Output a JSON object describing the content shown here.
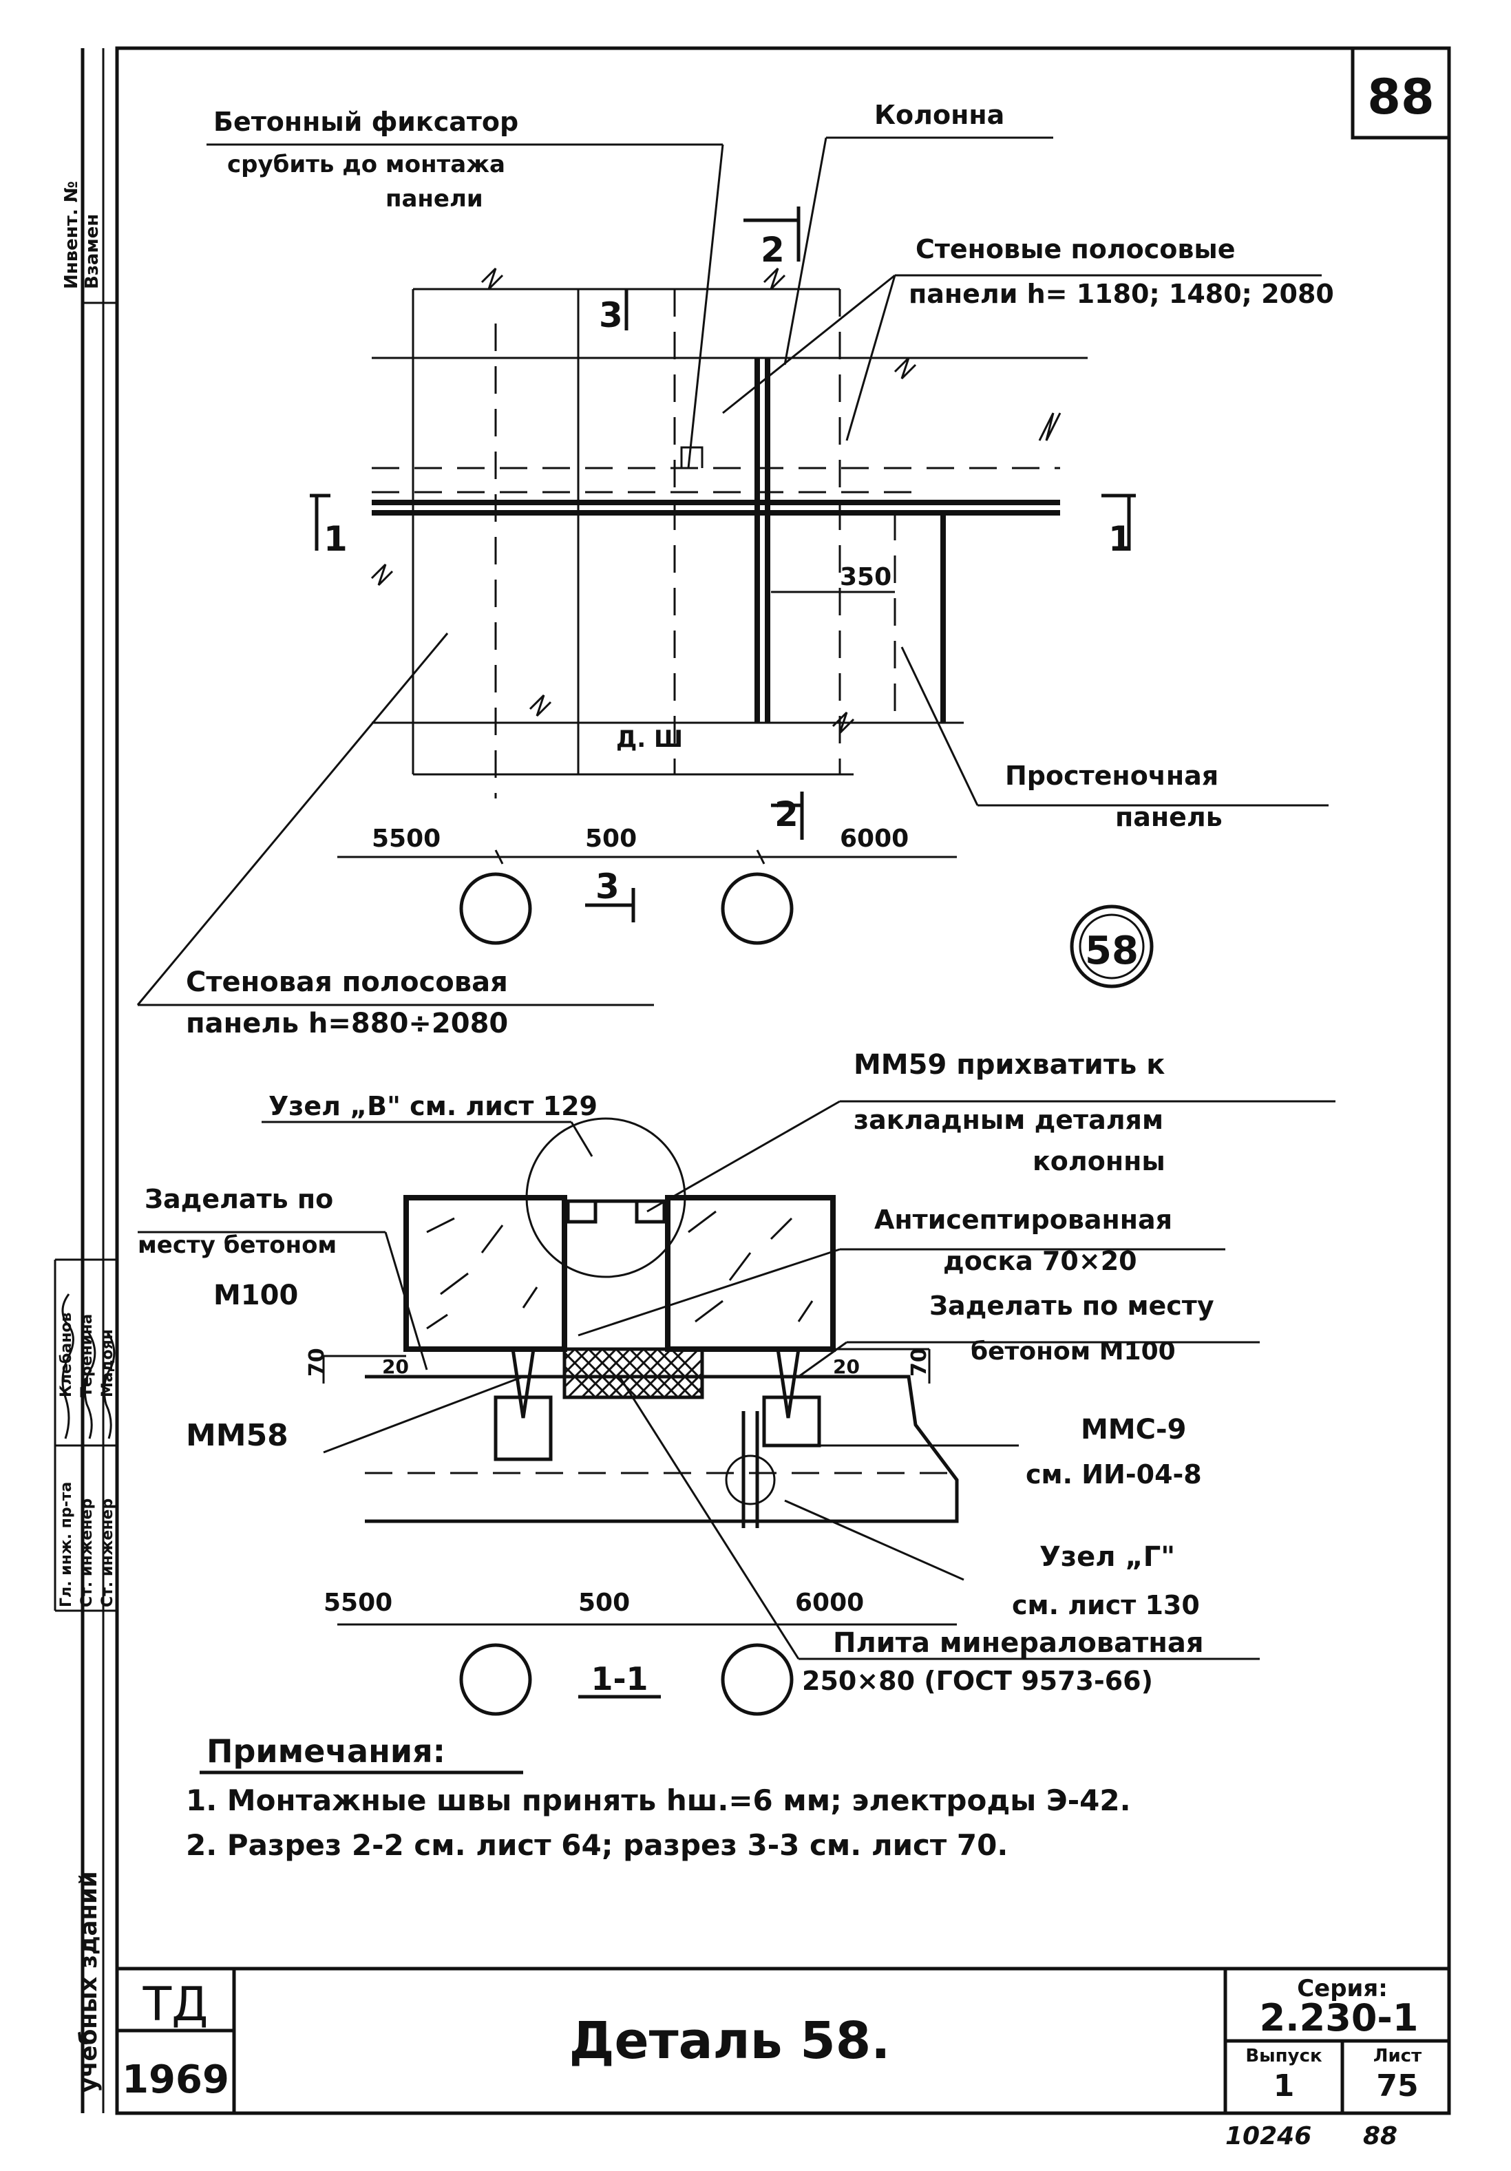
{
  "sheet_number": "88",
  "top_labels": {
    "fixator_line1": "Бетонный фиксатор",
    "fixator_line2": "срубить до монтажа",
    "fixator_line3": "панели",
    "column": "Колонна",
    "strip_panels_line1": "Стеновые полосовые",
    "strip_panels_line2": "панели h= 1180; 1480; 2080",
    "pier_panel_line1": "Простеночная",
    "pier_panel_line2": "панель",
    "strip_panel_line1": "Стеновая полосовая",
    "strip_panel_line2": "панель h=880÷2080",
    "dim_350": "350",
    "dim_5500": "5500",
    "dim_500": "500",
    "dim_6000": "6000",
    "cut_1": "1",
    "cut_2": "2",
    "cut_3": "3",
    "node_d": "Д. Ш",
    "detail_circle": "58"
  },
  "section_labels": {
    "node_v": "Узел „В\" см. лист 129",
    "mm59_line1": "ММ59 прихватить к",
    "mm59_line2": "закладным деталям",
    "mm59_line3": "колонны",
    "seal_left_line1": "Заделать по",
    "seal_left_line2": "месту бетоном",
    "seal_left_line3": "М100",
    "antiseptic_line1": "Антисептированная",
    "antiseptic_line2": "доска 70×20",
    "seal_right_line1": "Заделать по месту",
    "seal_right_line2": "бетоном М100",
    "mm58": "ММ58",
    "mmc_line1": "ММС-9",
    "mmc_line2": "см. ИИ-04-8",
    "node_g_line1": "Узел „Г\"",
    "node_g_line2": "см. лист 130",
    "mineral_line1": "Плита минераловатная",
    "mineral_line2": "250×80 (ГОСТ 9573-66)",
    "dim_70_left": "70",
    "dim_20_left": "20",
    "dim_20_right": "20",
    "dim_70_right": "70",
    "dim_5500": "5500",
    "dim_500": "500",
    "dim_6000": "6000",
    "section_title": "1-1"
  },
  "notes": {
    "heading": "Примечания:",
    "note1": "1. Монтажные швы принять hш.=6 мм; электроды Э-42.",
    "note2": "2. Разрез 2-2 см. лист 64; разрез 3-3 см. лист 70."
  },
  "left_margin": {
    "inv_no": "Инвент. №",
    "replaced": "Взамен",
    "role1": "Гл. инж. пр-та",
    "role2": "Ст. инженер",
    "role3": "Ст. инженер",
    "name1": "Клебанов",
    "name2": "Теренина",
    "name3": "Мадоян",
    "building_type": "учебных зданий"
  },
  "title_block": {
    "logo": "ТД",
    "year": "1969",
    "title": "Деталь 58.",
    "series_label": "Серия:",
    "series_value": "2.230-1",
    "issue_label": "Выпуск",
    "issue_value": "1",
    "sheet_label": "Лист",
    "sheet_value": "75"
  },
  "footer": {
    "archive_no": "10246",
    "page_no": "88"
  }
}
